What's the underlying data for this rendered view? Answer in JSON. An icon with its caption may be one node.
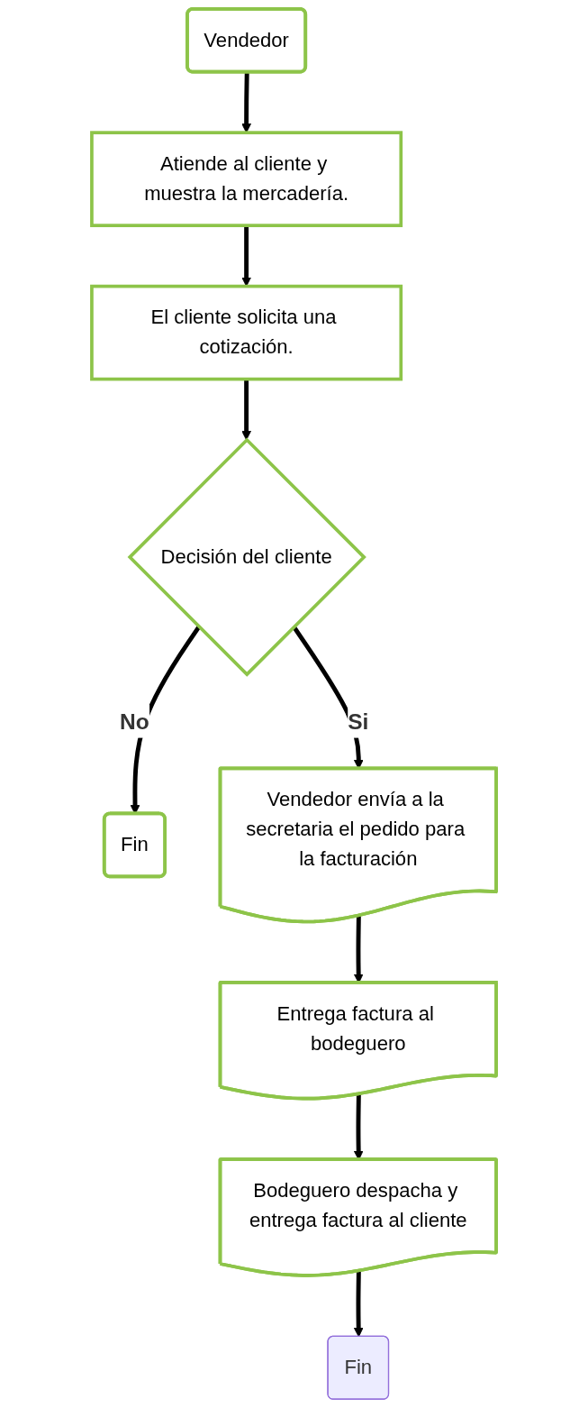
{
  "diagram": {
    "nodes": [
      {
        "text": [
          "Vendedor"
        ]
      },
      {
        "text": [
          "Atiende al cliente y muestra la mercadería."
        ]
      },
      {
        "text": [
          "El cliente solicita una cotización."
        ]
      },
      {
        "text": [
          "Decisión del cliente"
        ]
      },
      {
        "text": [
          "Fin"
        ]
      },
      {
        "text": [
          "Vendedor envía a la secretaria el pedido para la facturación"
        ]
      },
      {
        "text": [
          "Entrega factura al bodeguero"
        ]
      },
      {
        "text": [
          "Bodeguero despacha y entrega factura al cliente"
        ]
      },
      {
        "text": [
          "Fin"
        ]
      }
    ],
    "edges": [
      {
        "from": 0,
        "to": 1,
        "arrow": "to"
      },
      {
        "from": 1,
        "to": 2,
        "arrow": "to"
      },
      {
        "from": 2,
        "to": 3,
        "arrow": "to"
      },
      {
        "from": 3,
        "to": 4,
        "arrow": "to",
        "label": "No"
      },
      {
        "from": 3,
        "to": 5,
        "arrow": "to",
        "label": "Si"
      },
      {
        "from": 5,
        "to": 6,
        "arrow": "to"
      },
      {
        "from": 6,
        "to": 7,
        "arrow": "to"
      },
      {
        "from": 7,
        "to": 8,
        "arrow": "to"
      }
    ]
  }
}
